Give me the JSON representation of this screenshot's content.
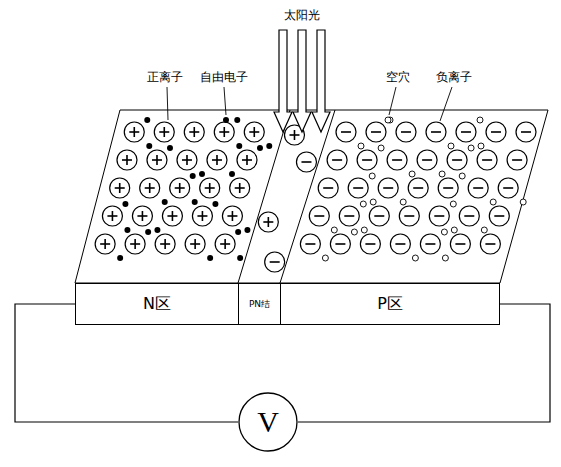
{
  "diagram": {
    "nodes": [
      {
        "text": [
          "N区"
        ]
      },
      {
        "text": [
          "PN结"
        ]
      },
      {
        "text": [
          "P区"
        ]
      },
      {
        "text": [
          "V"
        ]
      }
    ],
    "edges": [
      {
        "from": 0,
        "to": 3,
        "arrow": "none"
      },
      {
        "from": 3,
        "to": 2,
        "arrow": "none"
      }
    ],
    "labels": [
      "太阳光",
      "正离子",
      "自由电子",
      "空穴",
      "负离子"
    ]
  }
}
